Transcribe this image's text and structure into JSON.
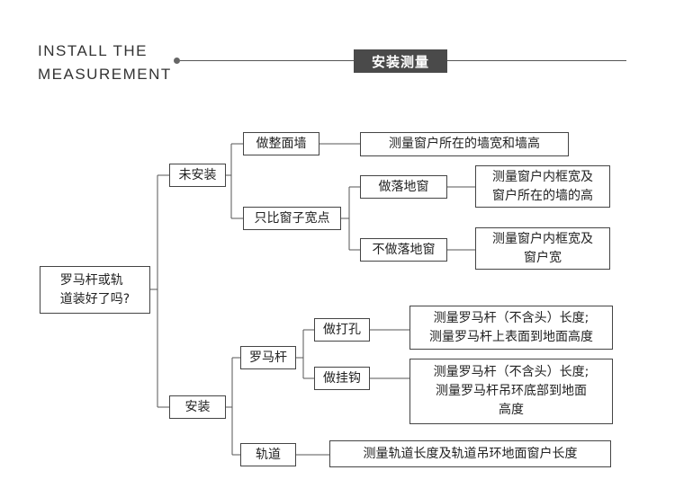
{
  "header": {
    "title_en": "INSTALL THE\nMEASUREMENT",
    "badge": "安装测量"
  },
  "nodes": {
    "root": "罗马杆或轨\n道装好了吗?",
    "not_installed": "未安装",
    "installed": "安装",
    "whole_wall": "做整面墙",
    "window_width_only": "只比窗子宽点",
    "floor_window": "做落地窗",
    "no_floor_window": "不做落地窗",
    "roman_rod": "罗马杆",
    "track": "轨道",
    "drill_holes": "做打孔",
    "hooks": "做挂钩",
    "m_whole_wall": "测量窗户所在的墙宽和墙高",
    "m_floor_window": "测量窗户内框宽及\n窗户所在的墙的高",
    "m_no_floor_window": "测量窗户内框宽及\n窗户宽",
    "m_drill_holes": "测量罗马杆（不含头）长度;\n测量罗马杆上表面到地面高度",
    "m_hooks": "测量罗马杆（不含头）长度;\n测量罗马杆吊环底部到地面\n高度",
    "m_track": "测量轨道长度及轨道吊环地面窗户长度"
  }
}
